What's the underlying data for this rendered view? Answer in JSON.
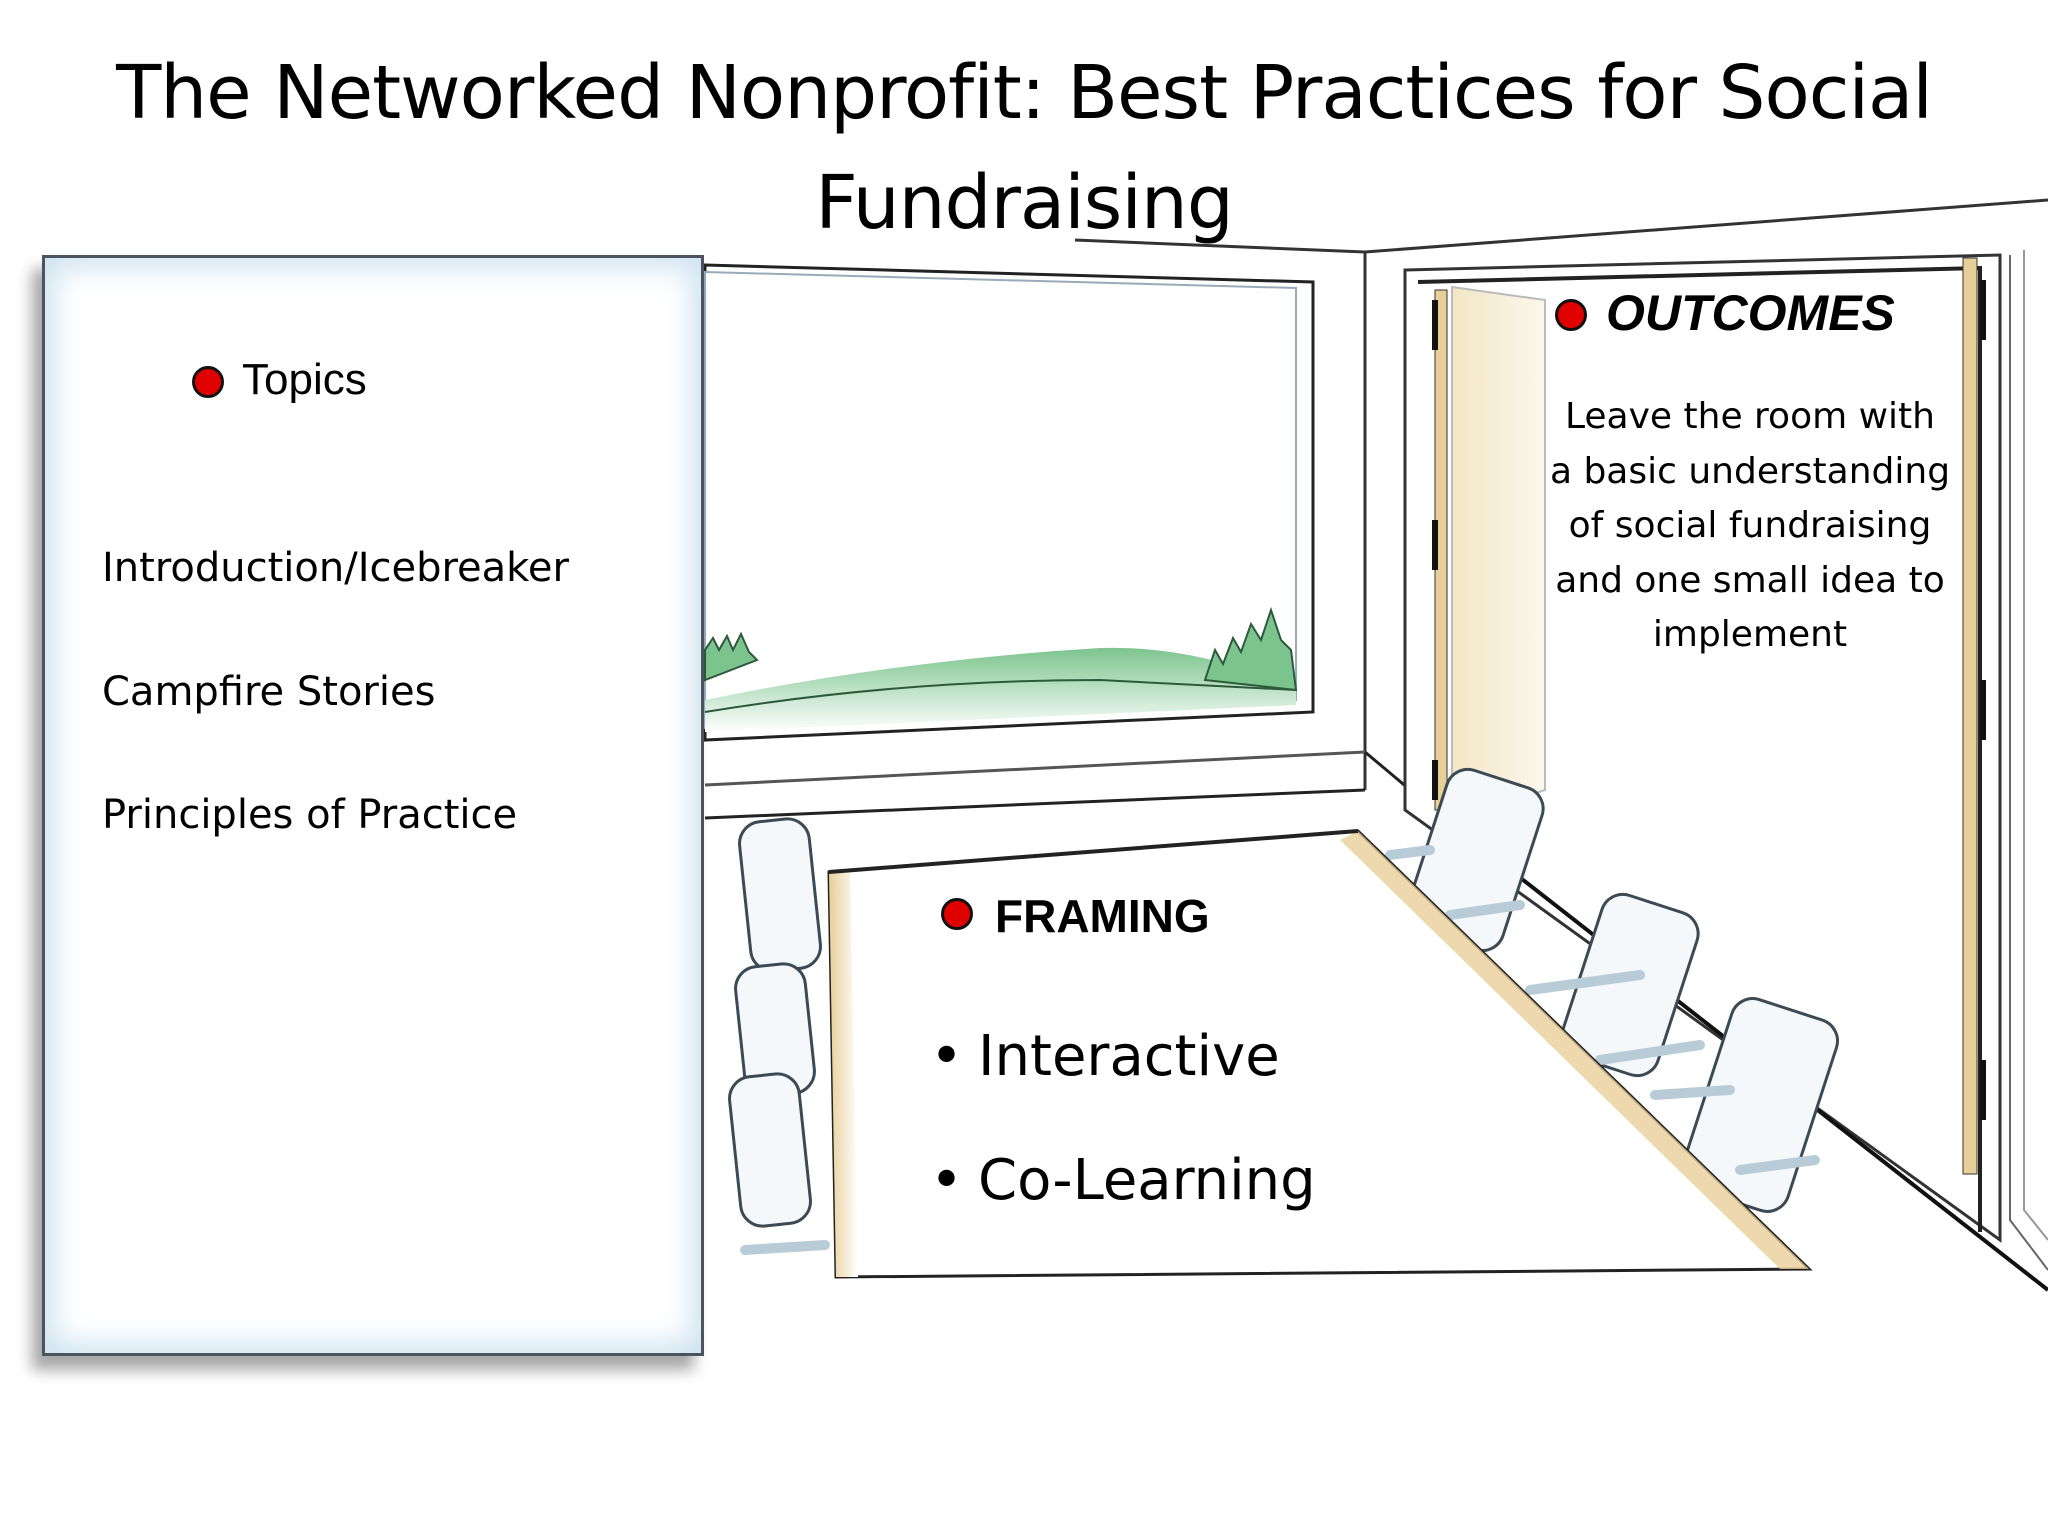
{
  "slide": {
    "title": "The Networked Nonprofit:  Best Practices for Social Fundraising",
    "title_line1": "The Networked Nonprofit:  Best Practices for Social",
    "title_line2": "Fundraising"
  },
  "topics": {
    "heading": "Topics",
    "bullet_icon": "red-dot-icon",
    "items": [
      "Introduction/Icebreaker",
      "Campfire Stories",
      "Principles of Practice"
    ]
  },
  "outcomes": {
    "heading": "OUTCOMES",
    "bullet_icon": "red-dot-icon",
    "lines": [
      "Leave the room with",
      "a basic understanding",
      "of social fundraising",
      "and one small idea to",
      "implement"
    ]
  },
  "framing": {
    "heading": "FRAMING",
    "bullet_icon": "red-dot-icon",
    "bullet_glyph": "•",
    "items": [
      "Interactive",
      "Co-Learning"
    ]
  },
  "colors": {
    "accent_dot": "#e00000",
    "panel_glow": "#cfe3f0",
    "wood": "#e8cf98",
    "grass": "#7cc48e",
    "chair": "#b8ccd8"
  }
}
